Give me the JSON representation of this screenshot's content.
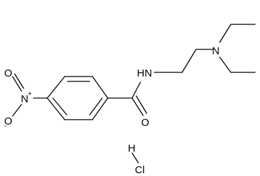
{
  "molecule": {
    "atoms": {
      "nitro_o_top": "O",
      "nitro_n": "N",
      "nitro_n_charge": "+",
      "nitro_o_bottom": "O",
      "nitro_o_charge": "-",
      "amide_nh": "HN",
      "amide_o": "O",
      "amine_n": "N",
      "hcl_h": "H",
      "hcl_cl": "Cl"
    }
  }
}
